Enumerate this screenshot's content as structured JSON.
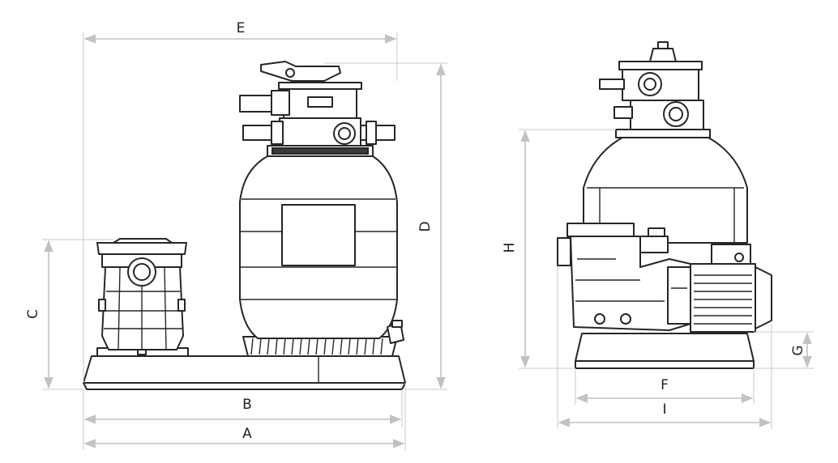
{
  "labels": {
    "A": "A",
    "B": "B",
    "C": "C",
    "D": "D",
    "E": "E",
    "F": "F",
    "G": "G",
    "H": "H",
    "I": "I"
  },
  "colors": {
    "line": "#262626",
    "dimension": "#c2c2c2"
  }
}
